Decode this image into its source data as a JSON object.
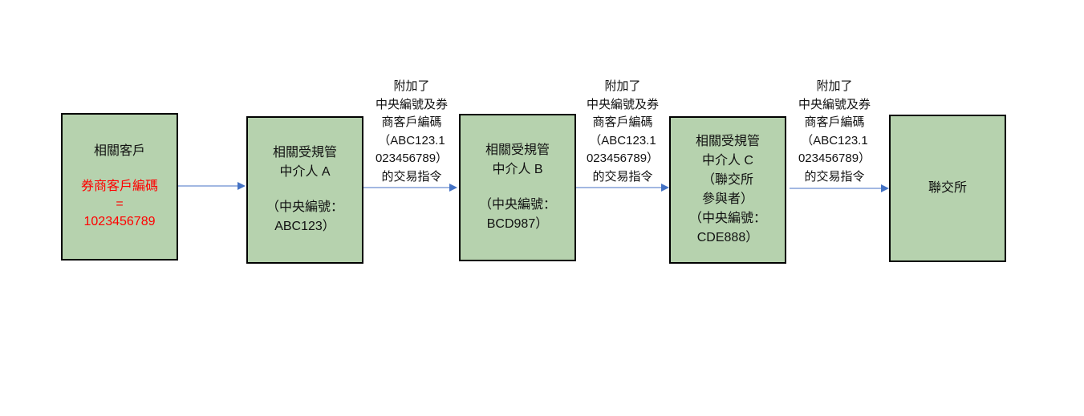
{
  "nodes": [
    {
      "lines": [
        "相關客戶"
      ],
      "red_lines": [
        "券商客戶編碼",
        "=",
        "1023456789"
      ]
    },
    {
      "lines": [
        "相關受規管",
        "中介人 A",
        "（中央編號：",
        "ABC123）"
      ]
    },
    {
      "lines": [
        "相關受規管",
        "中介人 B",
        "（中央編號：",
        "BCD987）"
      ]
    },
    {
      "lines": [
        "相關受規管",
        "中介人 C",
        "（聯交所",
        "參與者）",
        "（中央編號：",
        "CDE888）"
      ]
    },
    {
      "lines": [
        "聯交所"
      ]
    }
  ],
  "edge_label": [
    "附加了",
    "中央編號及券",
    "商客戶編碼",
    "（ABC123.1",
    "023456789）",
    "的交易指令"
  ],
  "colors": {
    "box_fill": "#b6d2ae",
    "arrow": "#4472c4",
    "highlight": "#ff0000"
  }
}
